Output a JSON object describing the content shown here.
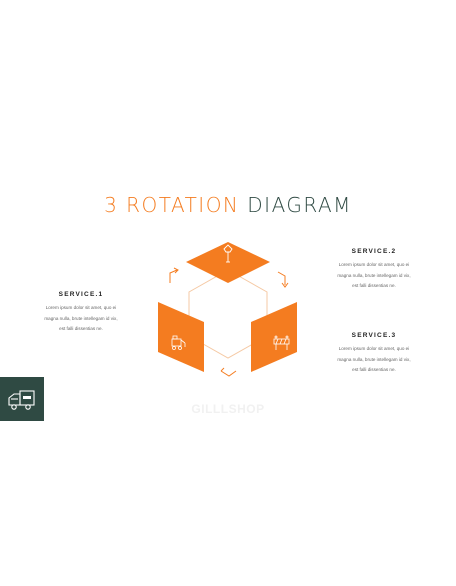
{
  "title": {
    "accent": "3 ROTATION",
    "main": "DIAGRAM"
  },
  "services": [
    {
      "heading": "SERVICE.1",
      "lines": [
        "Lorem ipsum dolor sit amet, quo ei",
        "magna nulla, brute intellegam id vix,",
        "est falli dissentias ne."
      ]
    },
    {
      "heading": "SERVICE.2",
      "lines": [
        "Lorem ipsum dolor sit amet, quo ei",
        "magna nulla, brute intellegam id vix,",
        "est falli dissentias ne."
      ]
    },
    {
      "heading": "SERVICE.3",
      "lines": [
        "Lorem ipsum dolor sit amet, quo ei",
        "magna nulla, brute intellegam id vix,",
        "est falli dissentias ne."
      ]
    }
  ],
  "icons": {
    "top": "shovel-icon",
    "left": "construction-vehicle-icon",
    "right": "road-barrier-icon",
    "sidebar": "truck-icon"
  },
  "watermark": "GILLLSHOP",
  "colors": {
    "accent": "#f47c20",
    "dark": "#2f4a43",
    "outline": "#f5c9a4"
  }
}
